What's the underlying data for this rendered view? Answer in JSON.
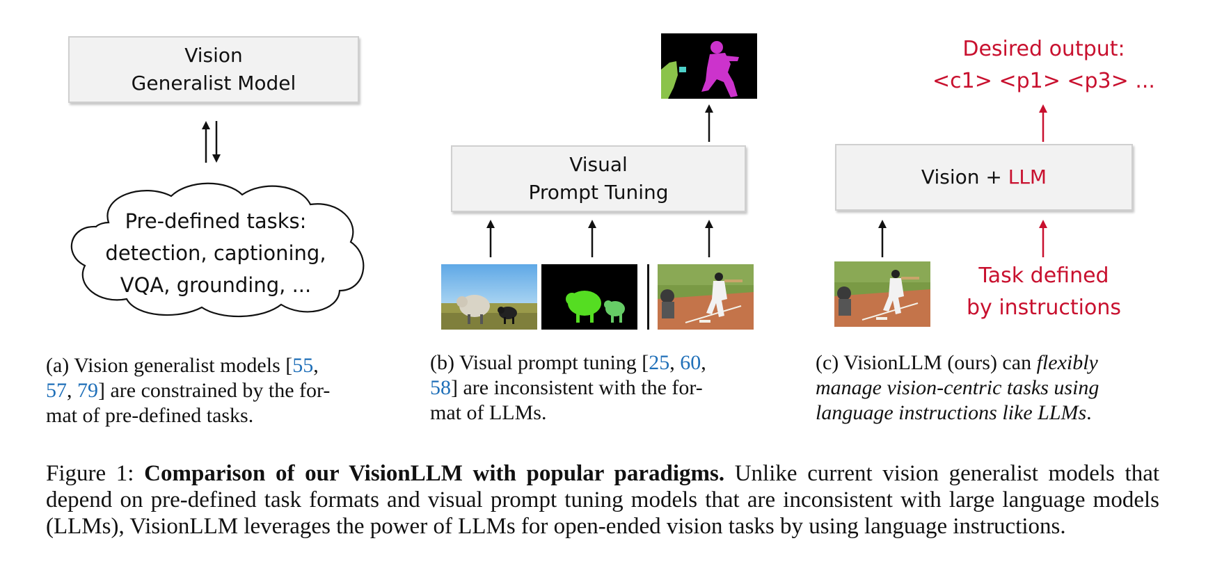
{
  "panel_a": {
    "box_line1": "Vision",
    "box_line2": "Generalist Model",
    "cloud_line1": "Pre-defined tasks:",
    "cloud_line2": "detection, captioning,",
    "cloud_line3": "VQA, grounding, ...",
    "caption": {
      "pre": "(a) Vision generalist models [",
      "ref1": "55",
      "sep1": ",",
      "ref2": "57",
      "sep2": ", ",
      "ref3": "79",
      "post1": "] are constrained by the for-",
      "post2": "mat of pre-defined tasks."
    }
  },
  "panel_b": {
    "box_line1": "Visual",
    "box_line2": "Prompt Tuning",
    "caption": {
      "pre": "(b) Visual prompt tuning [",
      "ref1": "25",
      "sep1": ", ",
      "ref2": "60",
      "sep2": ",",
      "ref3": "58",
      "post1": "] are inconsistent with the for-",
      "post2": "mat of LLMs."
    }
  },
  "panel_c": {
    "box_text": "Vision + ",
    "box_llm": "LLM",
    "desired_line1": "Desired output:",
    "desired_line2": "<c1> <p1> <p3> ...",
    "task_line1": "Task defined",
    "task_line2": "by  instructions",
    "caption": {
      "pre": "(c) VisionLLM (ours) can ",
      "italic1": "flexibly",
      "italic2": "manage vision-centric tasks using",
      "italic3": "language instructions like LLMs",
      "end": "."
    }
  },
  "figure_caption": {
    "label": "Figure 1: ",
    "bold": "Comparison of our VisionLLM with popular paradigms.",
    "rest": " Unlike current vision generalist models that depend on pre-defined task formats and visual prompt tuning models that are inconsistent with large language models (LLMs), VisionLLM leverages the power of LLMs for open-ended vision tasks by using language instructions."
  },
  "colors": {
    "red": "#c8102e",
    "ref_blue": "#1f6fb8"
  }
}
